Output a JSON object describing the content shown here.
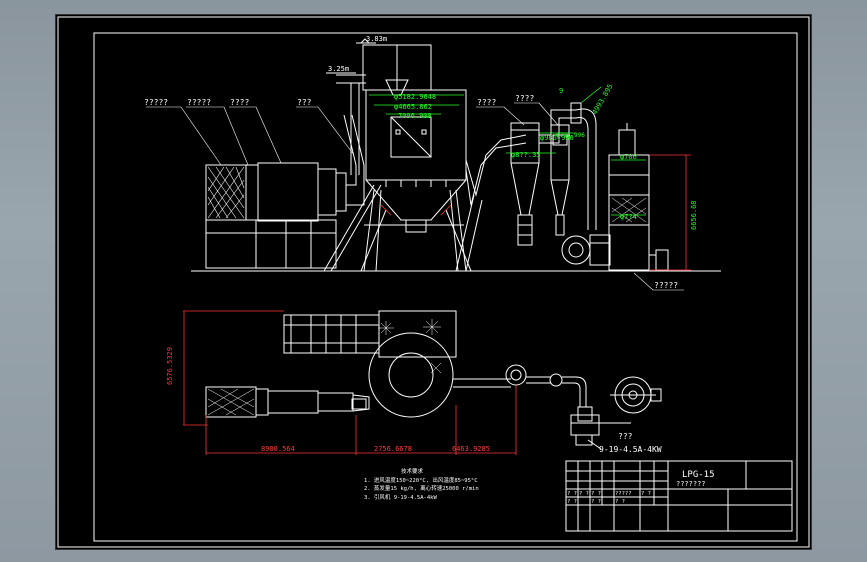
{
  "elevation": {
    "callouts": {
      "c1": "?????",
      "c2": "?????",
      "c3": "????",
      "c4": "???",
      "c5": "????",
      "c6": "????",
      "c7": "?????"
    },
    "level_top": "3.83m",
    "level_mid": "3.25m",
    "dim_1": "φ5182.9648",
    "dim_2": "φ4665.862",
    "dim_3": "7096.908",
    "dim_4": "φ986.996",
    "dim_5": "φ8??.35",
    "dim_6": "φ796.996",
    "dim_7": "φ706",
    "dim_8": "φ7?4",
    "dim_9": "6656.68",
    "dim_10": "4993.895",
    "dim_11": "9"
  },
  "plan": {
    "dim_height": "6576.5329",
    "dim_a": "8900.564",
    "dim_b": "2756.6678",
    "dim_c": "6463.9285",
    "fan_callout": "???",
    "fan_model": "9-19-4.5A-4KW"
  },
  "notes": {
    "heading": "技术要求",
    "line1": "1. 进风温度150~220°C, 出风温度85~95°C",
    "line2": "2. 蒸发量15 kg/h, 离心转速25000 r/min",
    "line3": "3. 引风机 9-19-4.5A-4kW"
  },
  "title_block": {
    "model": "LPG-15",
    "name": "???????",
    "row_cells": [
      "? ?",
      "? ?",
      "? ?",
      "?????",
      "? ?",
      "? ?",
      "? ?",
      "? ?"
    ]
  }
}
